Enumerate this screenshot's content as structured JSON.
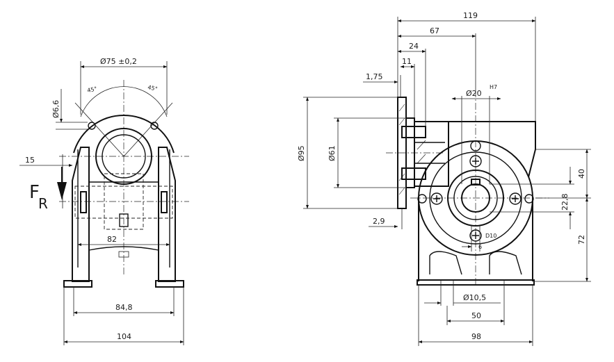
{
  "front_view": {
    "dimensions": {
      "flange_pcd": "Ø75 ±0,2",
      "angle_left": "45°",
      "angle_right": "45°",
      "bolt_hole": "Ø6,6",
      "force_offset": "15",
      "inner_width": "82",
      "foot_spacing": "84,8",
      "overall_width": "104"
    },
    "force_label": "F",
    "force_subscript": "R"
  },
  "side_view": {
    "dimensions": {
      "overall_length": "119",
      "to_output_axis": "67",
      "flange_to_face": "24",
      "flange_thickness": "11",
      "flange_offset": "1,75",
      "output_bore": "Ø20",
      "bore_tolerance": "H7",
      "flange_outer": "Ø95",
      "flange_spigot": "Ø61",
      "spigot_depth": "2,9",
      "upper_height": "40",
      "keyway_height": "22,8",
      "shaft_height": "72",
      "key_width": "6",
      "key_label": "D10",
      "mount_hole": "Ø10,5",
      "hole_spacing": "50",
      "base_length": "98"
    }
  }
}
